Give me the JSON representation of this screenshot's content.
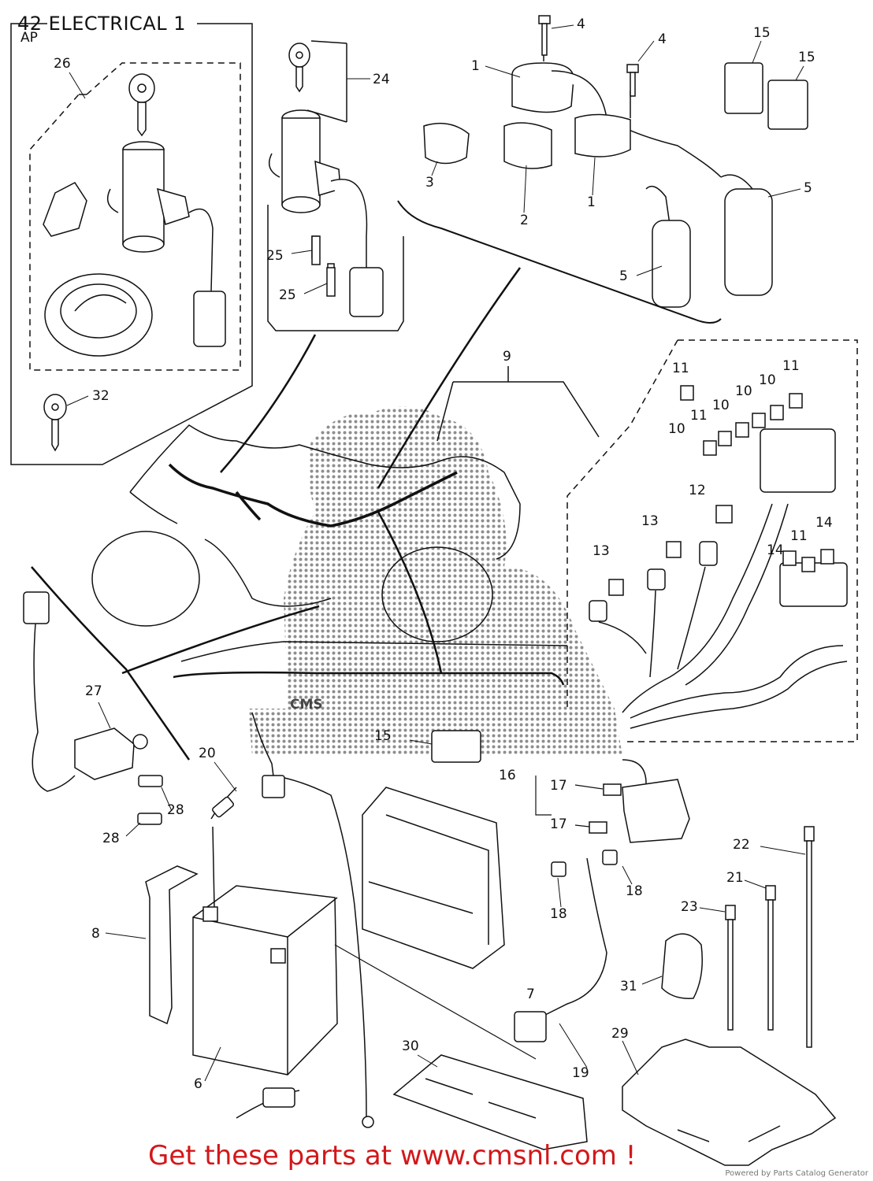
{
  "title": "42 ELECTRICAL 1",
  "inset_label": "AP",
  "watermark_text": "CMS",
  "callouts": [
    "1",
    "1",
    "2",
    "3",
    "4",
    "4",
    "5",
    "5",
    "6",
    "7",
    "8",
    "9",
    "10",
    "10",
    "10",
    "10",
    "11",
    "11",
    "11",
    "11",
    "12",
    "13",
    "13",
    "14",
    "14",
    "15",
    "15",
    "15",
    "16",
    "17",
    "17",
    "18",
    "18",
    "19",
    "20",
    "21",
    "22",
    "23",
    "24",
    "25",
    "25",
    "26",
    "27",
    "28",
    "28",
    "29",
    "30",
    "31",
    "32"
  ],
  "cta_text": "Get these parts at www.cmsnl.com !",
  "footer_text": "Powered by Parts Catalog Generator",
  "colors": {
    "cta": "#d3171a",
    "line": "#111111",
    "watermark_dot": "#7a7a7a"
  }
}
